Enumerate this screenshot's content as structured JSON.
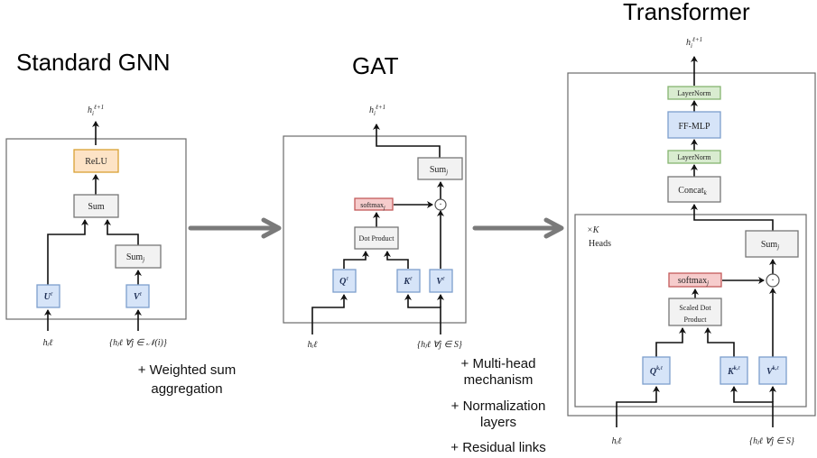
{
  "panels": {
    "gnn": {
      "title": "Standard GNN",
      "output": "h_i^{ℓ+1}",
      "output_display": "hᵢ^ℓ+1",
      "blocks": {
        "relu": "ReLU",
        "sum": "Sum",
        "sum_j": "Sum",
        "sum_j_sub": "j",
        "u": "U",
        "v": "V",
        "sup": "ℓ"
      },
      "inputs": {
        "self": "hᵢℓ",
        "neighbors": "{hⱼℓ ∀j ∈ 𝒩(i)}"
      },
      "annotation": [
        "+ Weighted sum",
        "aggregation"
      ]
    },
    "gat": {
      "title": "GAT",
      "output_display": "hᵢ^ℓ+1",
      "blocks": {
        "sum_j": "Sum",
        "sum_j_sub": "j",
        "softmax": "softmax",
        "softmax_sub": "j",
        "dot": "Dot Product",
        "q": "Q",
        "k": "K",
        "v": "V",
        "sup": "ℓ",
        "mult": "·"
      },
      "inputs": {
        "self": "hᵢℓ",
        "neighbors": "{hⱼℓ ∀j ∈ S}"
      },
      "annotations": [
        [
          "+ Multi-head",
          "mechanism"
        ],
        [
          "+ Normalization",
          "layers"
        ],
        [
          "+ Residual links"
        ]
      ]
    },
    "transformer": {
      "title": "Transformer",
      "output_display": "hᵢ^ℓ+1",
      "blocks": {
        "layernorm_top": "LayerNorm",
        "ffmlp": "FF-MLP",
        "layernorm_bottom": "LayerNorm",
        "concat": "Concat",
        "concat_sub": "k",
        "heads_mult": "×K",
        "heads": "Heads",
        "sum_j": "Sum",
        "sum_j_sub": "j",
        "softmax": "softmax",
        "softmax_sub": "j",
        "scaled_dot_1": "Scaled Dot",
        "scaled_dot_2": "Product",
        "q": "Q",
        "k": "K",
        "v": "V",
        "sup": "k,ℓ",
        "mult": "·"
      },
      "inputs": {
        "self": "hᵢℓ",
        "neighbors": "{hⱼℓ ∀j ∈ S}"
      }
    }
  },
  "colors": {
    "arrow_gray": "#7a7a7a",
    "block_gray": "#f2f2f2",
    "block_blue": "#d6e4f8",
    "block_orange": "#fde3c6",
    "block_red": "#f6cccc",
    "block_green": "#d9ecd0"
  }
}
